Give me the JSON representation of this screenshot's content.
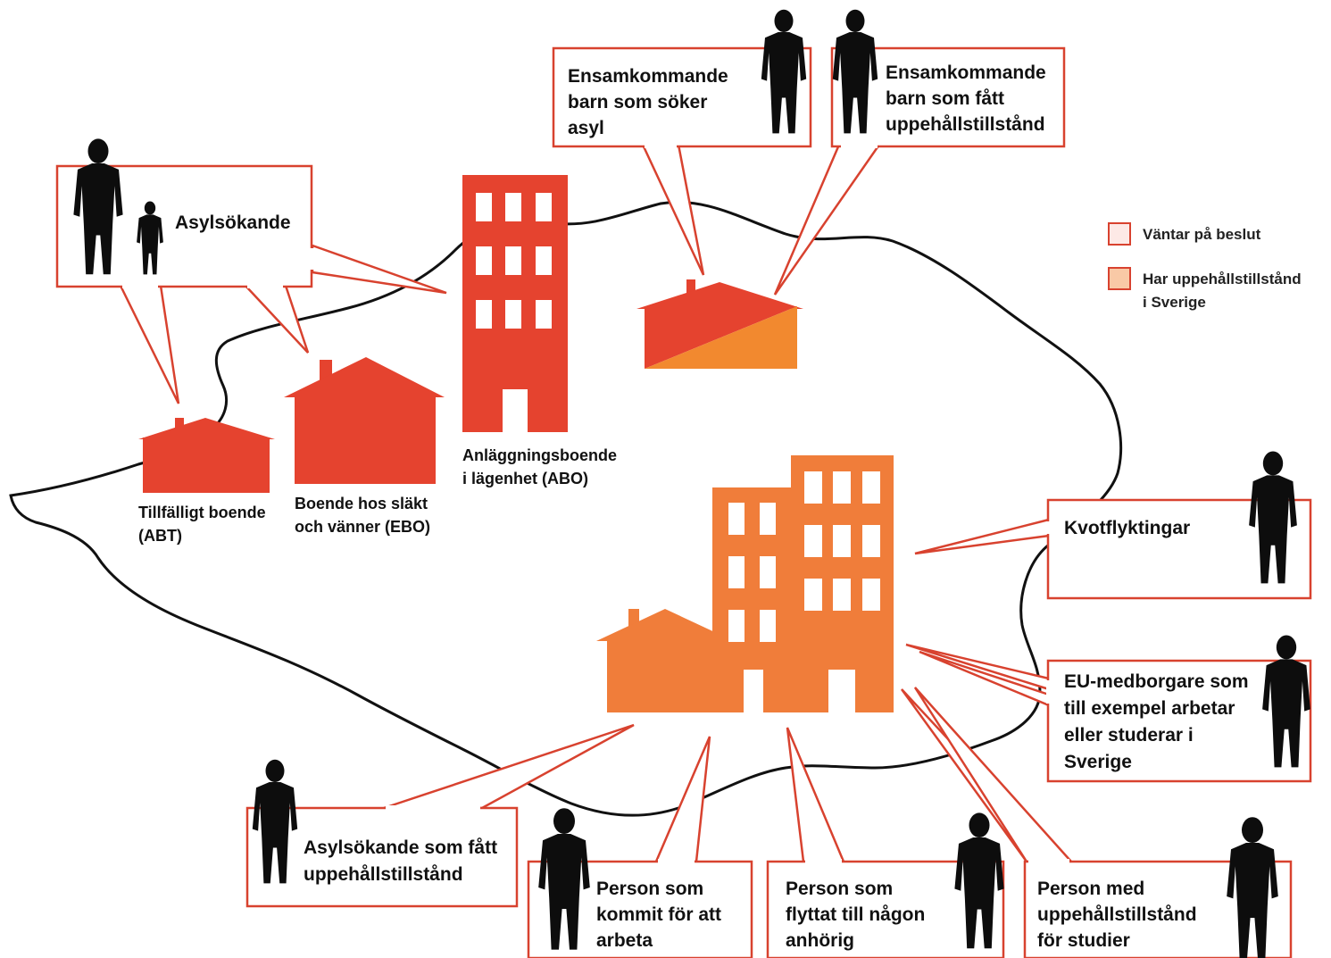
{
  "colors": {
    "waiting": "#e5432f",
    "residence": "#f07d3a",
    "frame": "#d8422f",
    "outline": "#111111",
    "silhouette": "#0d0d0d"
  },
  "legend": {
    "waiting": "Väntar på beslut",
    "residence_line1": "Har uppehållstillstånd",
    "residence_line2": "i Sverige"
  },
  "buildings": {
    "abt": [
      "Tillfälligt boende",
      "(ABT)"
    ],
    "ebo": [
      "Boende hos släkt",
      "och vänner (EBO)"
    ],
    "abo": [
      "Anläggningsboende",
      "i lägenhet (ABO)"
    ]
  },
  "groups": {
    "asylum_seekers": [
      "Asylsökande"
    ],
    "unaccompanied_seeking": [
      "Ensamkommande",
      "barn som söker",
      "asyl"
    ],
    "unaccompanied_granted": [
      "Ensamkommande",
      "barn som fått",
      "uppehållstillstånd"
    ],
    "quota_refugees": [
      "Kvotflyktingar"
    ],
    "eu_citizens": [
      "EU-medborgare som",
      "till exempel arbetar",
      "eller studerar i",
      "Sverige"
    ],
    "asylum_granted": [
      "Asylsökande som fått",
      "uppehållstillstånd"
    ],
    "work": [
      "Person som",
      "kommit för att",
      "arbeta"
    ],
    "family": [
      "Person som",
      "flyttat till någon",
      "anhörig"
    ],
    "studies": [
      "Person med",
      "uppehållstillstånd",
      "för studier"
    ]
  },
  "icons": {
    "person": "person-silhouette-icon",
    "house": "house-icon",
    "apartment": "apartment-building-icon"
  }
}
